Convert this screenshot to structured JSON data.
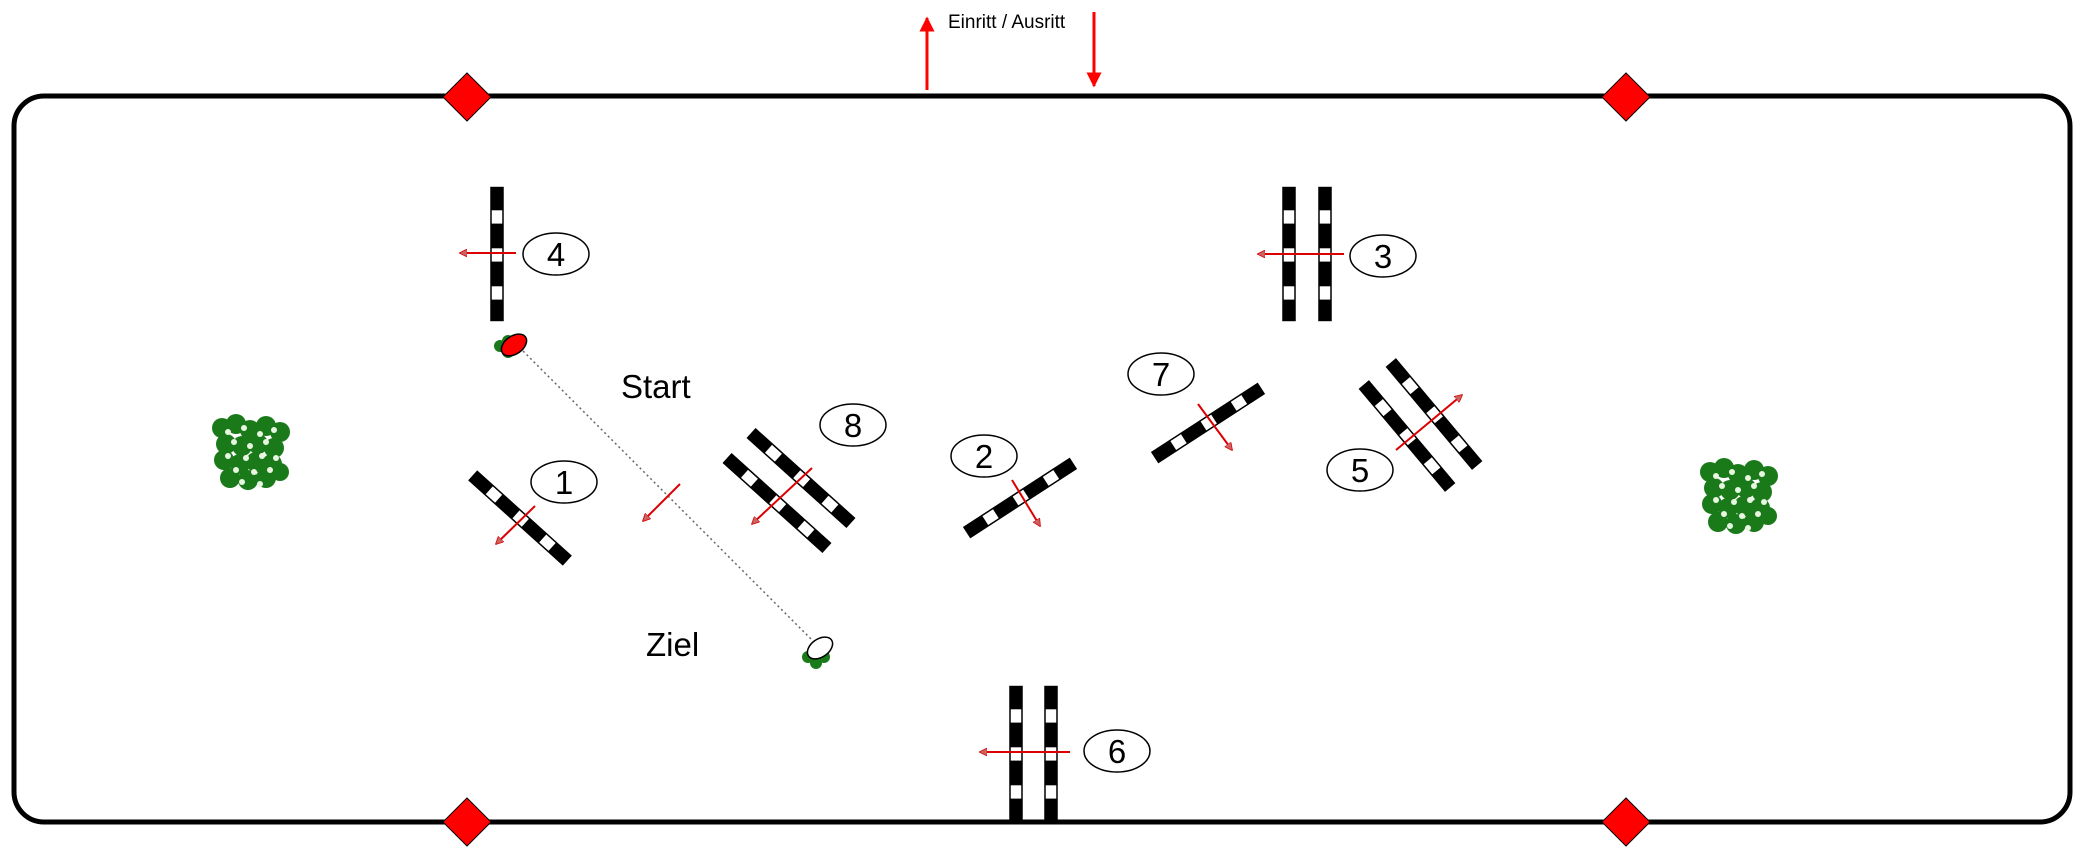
{
  "entrance_label": "Einritt / Ausritt",
  "start_label": "Start",
  "finish_label": "Ziel",
  "obstacles": [
    {
      "number": "1"
    },
    {
      "number": "2"
    },
    {
      "number": "3"
    },
    {
      "number": "4"
    },
    {
      "number": "5"
    },
    {
      "number": "6"
    },
    {
      "number": "7"
    },
    {
      "number": "8"
    }
  ],
  "colors": {
    "arena_border": "#000000",
    "corner_marker": "#ff0000",
    "direction_arrow": "#ff0000",
    "arrow_head": "#c86464",
    "pole_dark": "#000000",
    "pole_light": "#ffffff",
    "bush": "#1a7a1a",
    "start_flag": "#ff0000",
    "finish_flag": "#ffffff"
  }
}
